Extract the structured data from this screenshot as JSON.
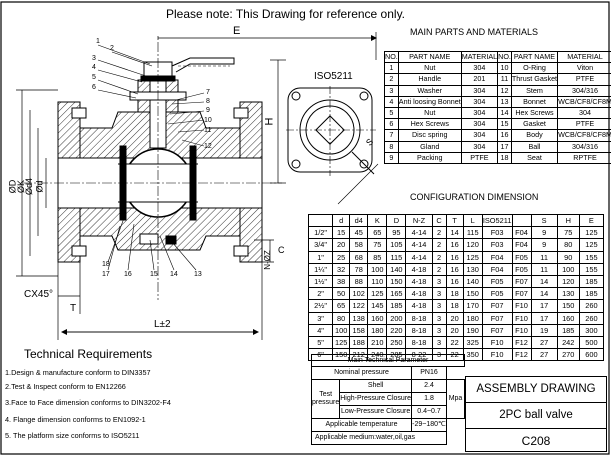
{
  "notice": "Please note: This Drawing for reference only.",
  "iso_label": "ISO5211",
  "dimension_labels": {
    "E": "E",
    "H": "H",
    "phiD": "ØD",
    "phiK": "ØK",
    "phid4": "Ød4",
    "phid": "Ød",
    "nz": "N-ØZ",
    "chamfer": "CX45°",
    "T": "T",
    "C": "C",
    "L": "L±2",
    "S": "S"
  },
  "balloons": [
    "1",
    "2",
    "3",
    "4",
    "5",
    "6",
    "7",
    "8",
    "9",
    "10",
    "11",
    "12",
    "13",
    "14",
    "15",
    "16",
    "17",
    "18"
  ],
  "parts_title": "MAIN PARTS AND MATERIALS",
  "parts_headers": [
    "NO.",
    "PART NAME",
    "MATERIAL",
    "NO.",
    "PART NAME",
    "MATERIAL"
  ],
  "parts_rows": [
    [
      "1",
      "Nut",
      "304",
      "10",
      "O-Ring",
      "Viton"
    ],
    [
      "2",
      "Handle",
      "201",
      "11",
      "Thrust Gasket",
      "PTFE"
    ],
    [
      "3",
      "Washer",
      "304",
      "12",
      "Stem",
      "304/316"
    ],
    [
      "4",
      "Anti loosing Bonnet",
      "304",
      "13",
      "Bonnet",
      "WCB/CF8/CF8M"
    ],
    [
      "5",
      "Nut",
      "304",
      "14",
      "Hex Screws",
      "304"
    ],
    [
      "6",
      "Hex Screws",
      "304",
      "15",
      "Gasket",
      "PTFE"
    ],
    [
      "7",
      "Disc spring",
      "304",
      "16",
      "Body",
      "WCB/CF8/CF8M"
    ],
    [
      "8",
      "Gland",
      "304",
      "17",
      "Ball",
      "304/316"
    ],
    [
      "9",
      "Packing",
      "PTFE",
      "18",
      "Seat",
      "RPTFE"
    ]
  ],
  "config_title": "CONFIGURATION DIMENSION",
  "config_headers": [
    "",
    "d",
    "d4",
    "K",
    "D",
    "N-Z",
    "C",
    "T",
    "L",
    "ISO5211",
    "",
    "S",
    "H",
    "E"
  ],
  "config_rows": [
    [
      "1/2\"",
      "15",
      "45",
      "65",
      "95",
      "4-14",
      "2",
      "14",
      "115",
      "F03",
      "F04",
      "9",
      "75",
      "125"
    ],
    [
      "3/4\"",
      "20",
      "58",
      "75",
      "105",
      "4-14",
      "2",
      "16",
      "120",
      "F03",
      "F04",
      "9",
      "80",
      "125"
    ],
    [
      "1\"",
      "25",
      "68",
      "85",
      "115",
      "4-14",
      "2",
      "16",
      "125",
      "F04",
      "F05",
      "11",
      "90",
      "155"
    ],
    [
      "1¼\"",
      "32",
      "78",
      "100",
      "140",
      "4-18",
      "2",
      "16",
      "130",
      "F04",
      "F05",
      "11",
      "100",
      "155"
    ],
    [
      "1½\"",
      "38",
      "88",
      "110",
      "150",
      "4-18",
      "3",
      "16",
      "140",
      "F05",
      "F07",
      "14",
      "120",
      "185"
    ],
    [
      "2\"",
      "50",
      "102",
      "125",
      "165",
      "4-18",
      "3",
      "18",
      "150",
      "F05",
      "F07",
      "14",
      "130",
      "185"
    ],
    [
      "2½\"",
      "65",
      "122",
      "145",
      "185",
      "4-18",
      "3",
      "18",
      "170",
      "F07",
      "F10",
      "17",
      "150",
      "260"
    ],
    [
      "3\"",
      "80",
      "138",
      "160",
      "200",
      "8-18",
      "3",
      "20",
      "180",
      "F07",
      "F10",
      "17",
      "160",
      "260"
    ],
    [
      "4\"",
      "100",
      "158",
      "180",
      "220",
      "8-18",
      "3",
      "20",
      "190",
      "F07",
      "F10",
      "19",
      "185",
      "300"
    ],
    [
      "5\"",
      "125",
      "188",
      "210",
      "250",
      "8-18",
      "3",
      "22",
      "325",
      "F10",
      "F12",
      "27",
      "242",
      "500"
    ],
    [
      "6\"",
      "150",
      "212",
      "240",
      "285",
      "8-22",
      "3",
      "22",
      "350",
      "F10",
      "F12",
      "27",
      "270",
      "600"
    ]
  ],
  "requirements_title": "Technical Requirements",
  "requirements": [
    "1.Design & manufacture conform to  DIN3357",
    "2.Test & Inspect conform to EN12266",
    "3.Face to Face dimension conforms to DIN3202-F4",
    "4. Flange dimension conforms to EN1092-1",
    "5. The platform size conforms to ISO5211"
  ],
  "param_table": {
    "title": "Main Technical Parameter",
    "nominal_label": "Nominal pressure",
    "nominal_value": "PN16",
    "test_label": "Test pressure",
    "shell_label": "Shell",
    "shell_value": "2.4",
    "high_label": "High-Pressure Closure",
    "high_value": "1.8",
    "low_label": "Low-Pressure Closure",
    "low_value": "0.4~0.7",
    "unit": "Mpa",
    "temp_label": "Applicable temperature",
    "temp_value": "-29~180℃",
    "medium_label": "Applicable medium:water,oil,gas"
  },
  "title_block": {
    "drawing_type": "ASSEMBLY DRAWING",
    "product": "2PC ball valve",
    "code": "C208"
  }
}
